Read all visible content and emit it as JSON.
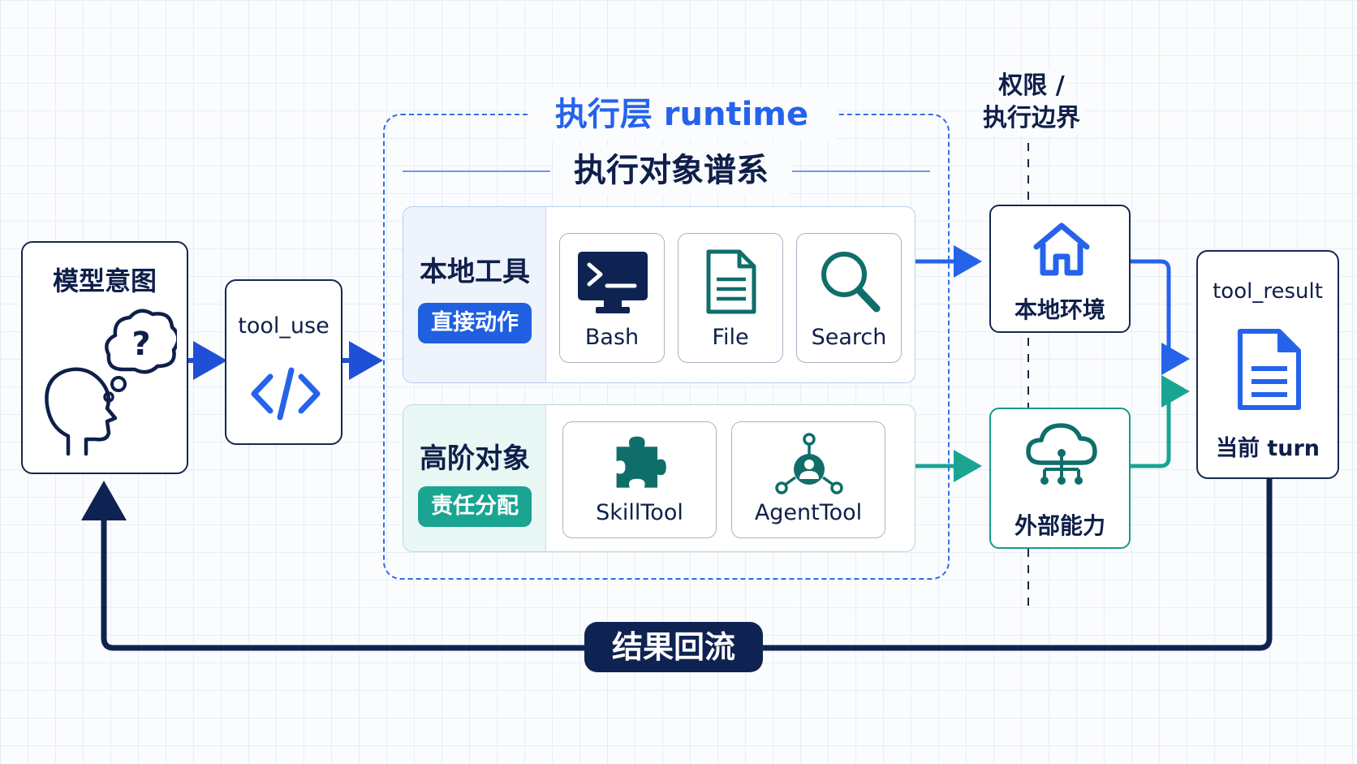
{
  "intent": {
    "label": "模型意图"
  },
  "tool_use": {
    "label": "tool_use"
  },
  "runtime": {
    "title": "执行层 runtime",
    "subtitle": "执行对象谱系",
    "local_group": {
      "title": "本地工具",
      "tag": "直接动作",
      "tools": [
        {
          "label": "Bash",
          "icon": "terminal-icon"
        },
        {
          "label": "File",
          "icon": "file-icon"
        },
        {
          "label": "Search",
          "icon": "search-icon"
        }
      ]
    },
    "high_group": {
      "title": "高阶对象",
      "tag": "责任分配",
      "tools": [
        {
          "label": "SkillTool",
          "icon": "puzzle-icon"
        },
        {
          "label": "AgentTool",
          "icon": "agent-network-icon"
        }
      ]
    }
  },
  "boundary": {
    "line1": "权限 /",
    "line2": "执行边界"
  },
  "environments": {
    "local": {
      "label": "本地环境",
      "icon": "house-icon"
    },
    "external": {
      "label": "外部能力",
      "icon": "cloud-network-icon"
    }
  },
  "result": {
    "title": "tool_result",
    "caption": "当前 turn",
    "icon": "document-icon"
  },
  "loop": {
    "label": "结果回流"
  },
  "colors": {
    "navy": "#0f2352",
    "blue": "#2563eb",
    "teal": "#1aa593",
    "dark_teal": "#0f6e6a"
  }
}
